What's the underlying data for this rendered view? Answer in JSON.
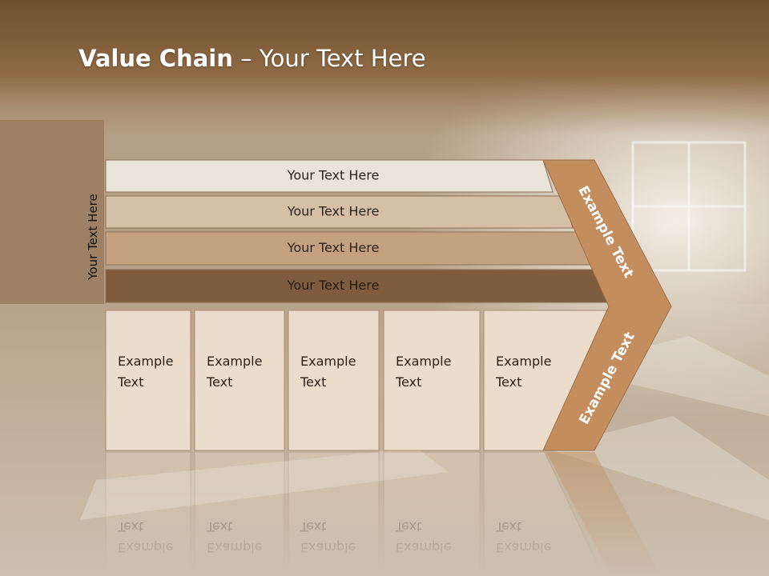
{
  "slide": {
    "title_bold": "Value Chain",
    "title_rest": " – Your Text Here",
    "side_label": "Your Text Here"
  },
  "rows": [
    {
      "label": "Your Text Here",
      "fill": "#eae3da",
      "text_color": "#2b2219"
    },
    {
      "label": "Your Text Here",
      "fill": "#d5bfa6",
      "text_color": "#2b2219"
    },
    {
      "label": "Your Text Here",
      "fill": "#c4a27f",
      "text_color": "#2b2219"
    },
    {
      "label": "Your Text Here",
      "fill": "#7f5c3d",
      "text_color": "#231a12"
    }
  ],
  "columns": [
    {
      "line1": "Example",
      "line2": "Text"
    },
    {
      "line1": "Example",
      "line2": "Text"
    },
    {
      "line1": "Example",
      "line2": "Text"
    },
    {
      "line1": "Example",
      "line2": "Text"
    },
    {
      "line1": "Example",
      "line2": "Text"
    }
  ],
  "arrow": {
    "top_label": "Example Text",
    "bottom_label": "Example Text",
    "fill": "#c38d5e",
    "text_color": "#ffffff"
  },
  "colors": {
    "column_fill": "#ecdccb",
    "header_band": "#7a5a38"
  }
}
